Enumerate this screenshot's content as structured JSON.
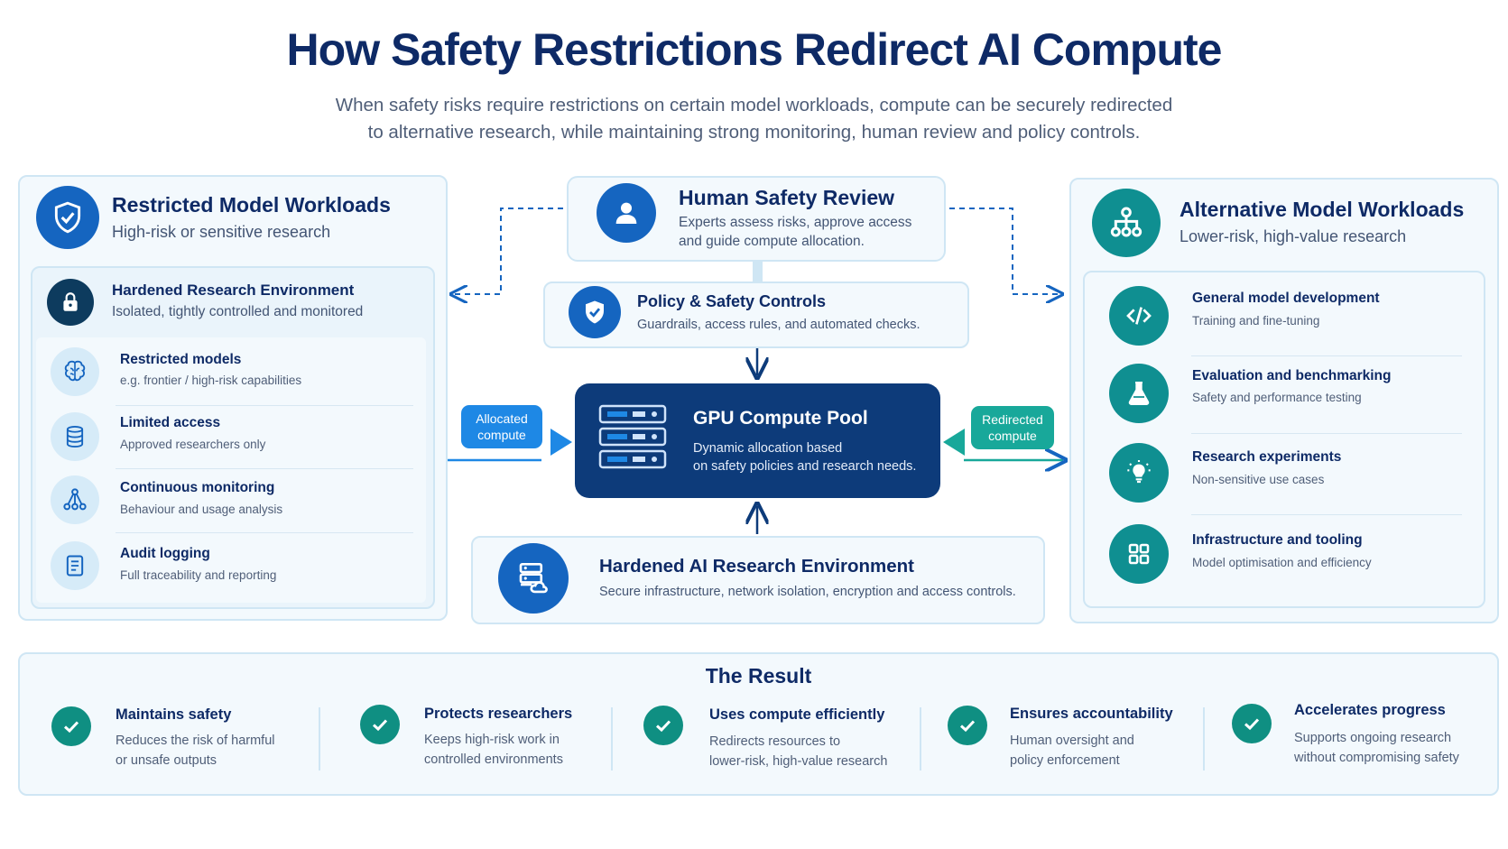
{
  "title": "How Safety Restrictions Redirect AI Compute",
  "subtitle_line1": "When safety risks require restrictions on certain model workloads, compute can be securely redirected",
  "subtitle_line2": "to alternative research, while maintaining strong monitoring, human review and policy controls.",
  "restricted": {
    "title": "Restricted Model Workloads",
    "subtitle": "High-risk or sensitive research",
    "icon": "shield-check-icon",
    "hardened": {
      "title": "Hardened Research Environment",
      "subtitle": "Isolated, tightly controlled and monitored",
      "icon": "lock-icon"
    },
    "items": [
      {
        "title": "Restricted models",
        "subtitle": "e.g. frontier / high-risk capabilities",
        "icon": "brain-icon"
      },
      {
        "title": "Limited access",
        "subtitle": "Approved researchers only",
        "icon": "database-icon"
      },
      {
        "title": "Continuous monitoring",
        "subtitle": "Behaviour and usage analysis",
        "icon": "network-icon"
      },
      {
        "title": "Audit logging",
        "subtitle": "Full traceability and reporting",
        "icon": "document-icon"
      }
    ]
  },
  "human_review": {
    "title": "Human Safety Review",
    "line1": "Experts assess risks, approve access",
    "line2": "and guide compute allocation.",
    "icon": "person-icon"
  },
  "policy": {
    "title": "Policy & Safety Controls",
    "subtitle": "Guardrails, access rules, and automated checks.",
    "icon": "shield-check-icon"
  },
  "gpu": {
    "title": "GPU Compute Pool",
    "line1": "Dynamic allocation based",
    "line2": "on safety policies and research needs.",
    "icon": "server-icon"
  },
  "allocated": {
    "line1": "Allocated",
    "line2": "compute"
  },
  "redirected": {
    "line1": "Redirected",
    "line2": "compute"
  },
  "hardened_ai": {
    "title": "Hardened AI Research Environment",
    "subtitle": "Secure infrastructure, network isolation, encryption and access controls.",
    "icon": "server-cloud-icon"
  },
  "alternative": {
    "title": "Alternative Model Workloads",
    "subtitle": "Lower-risk, high-value research",
    "icon": "hierarchy-icon",
    "items": [
      {
        "title": "General model development",
        "subtitle": "Training and fine-tuning",
        "icon": "code-icon"
      },
      {
        "title": "Evaluation and benchmarking",
        "subtitle": "Safety and performance testing",
        "icon": "flask-icon"
      },
      {
        "title": "Research experiments",
        "subtitle": "Non-sensitive use cases",
        "icon": "lightbulb-icon"
      },
      {
        "title": "Infrastructure and tooling",
        "subtitle": "Model optimisation and efficiency",
        "icon": "grid-icon"
      }
    ]
  },
  "result": {
    "title": "The Result",
    "items": [
      {
        "title": "Maintains safety",
        "line1": "Reduces the risk of harmful",
        "line2": "or unsafe outputs"
      },
      {
        "title": "Protects researchers",
        "line1": "Keeps high-risk work in",
        "line2": "controlled environments"
      },
      {
        "title": "Uses compute efficiently",
        "line1": "Redirects resources to",
        "line2": "lower-risk, high-value research"
      },
      {
        "title": "Ensures accountability",
        "line1": "Human oversight and",
        "line2": "policy enforcement"
      },
      {
        "title": "Accelerates progress",
        "line1": "Supports ongoing research",
        "line2": "without compromising safety"
      }
    ]
  },
  "colors": {
    "navy": "#0e2a66",
    "blue": "#1565c0",
    "teal": "#0f8f91",
    "panel": "#f3f9fd"
  }
}
